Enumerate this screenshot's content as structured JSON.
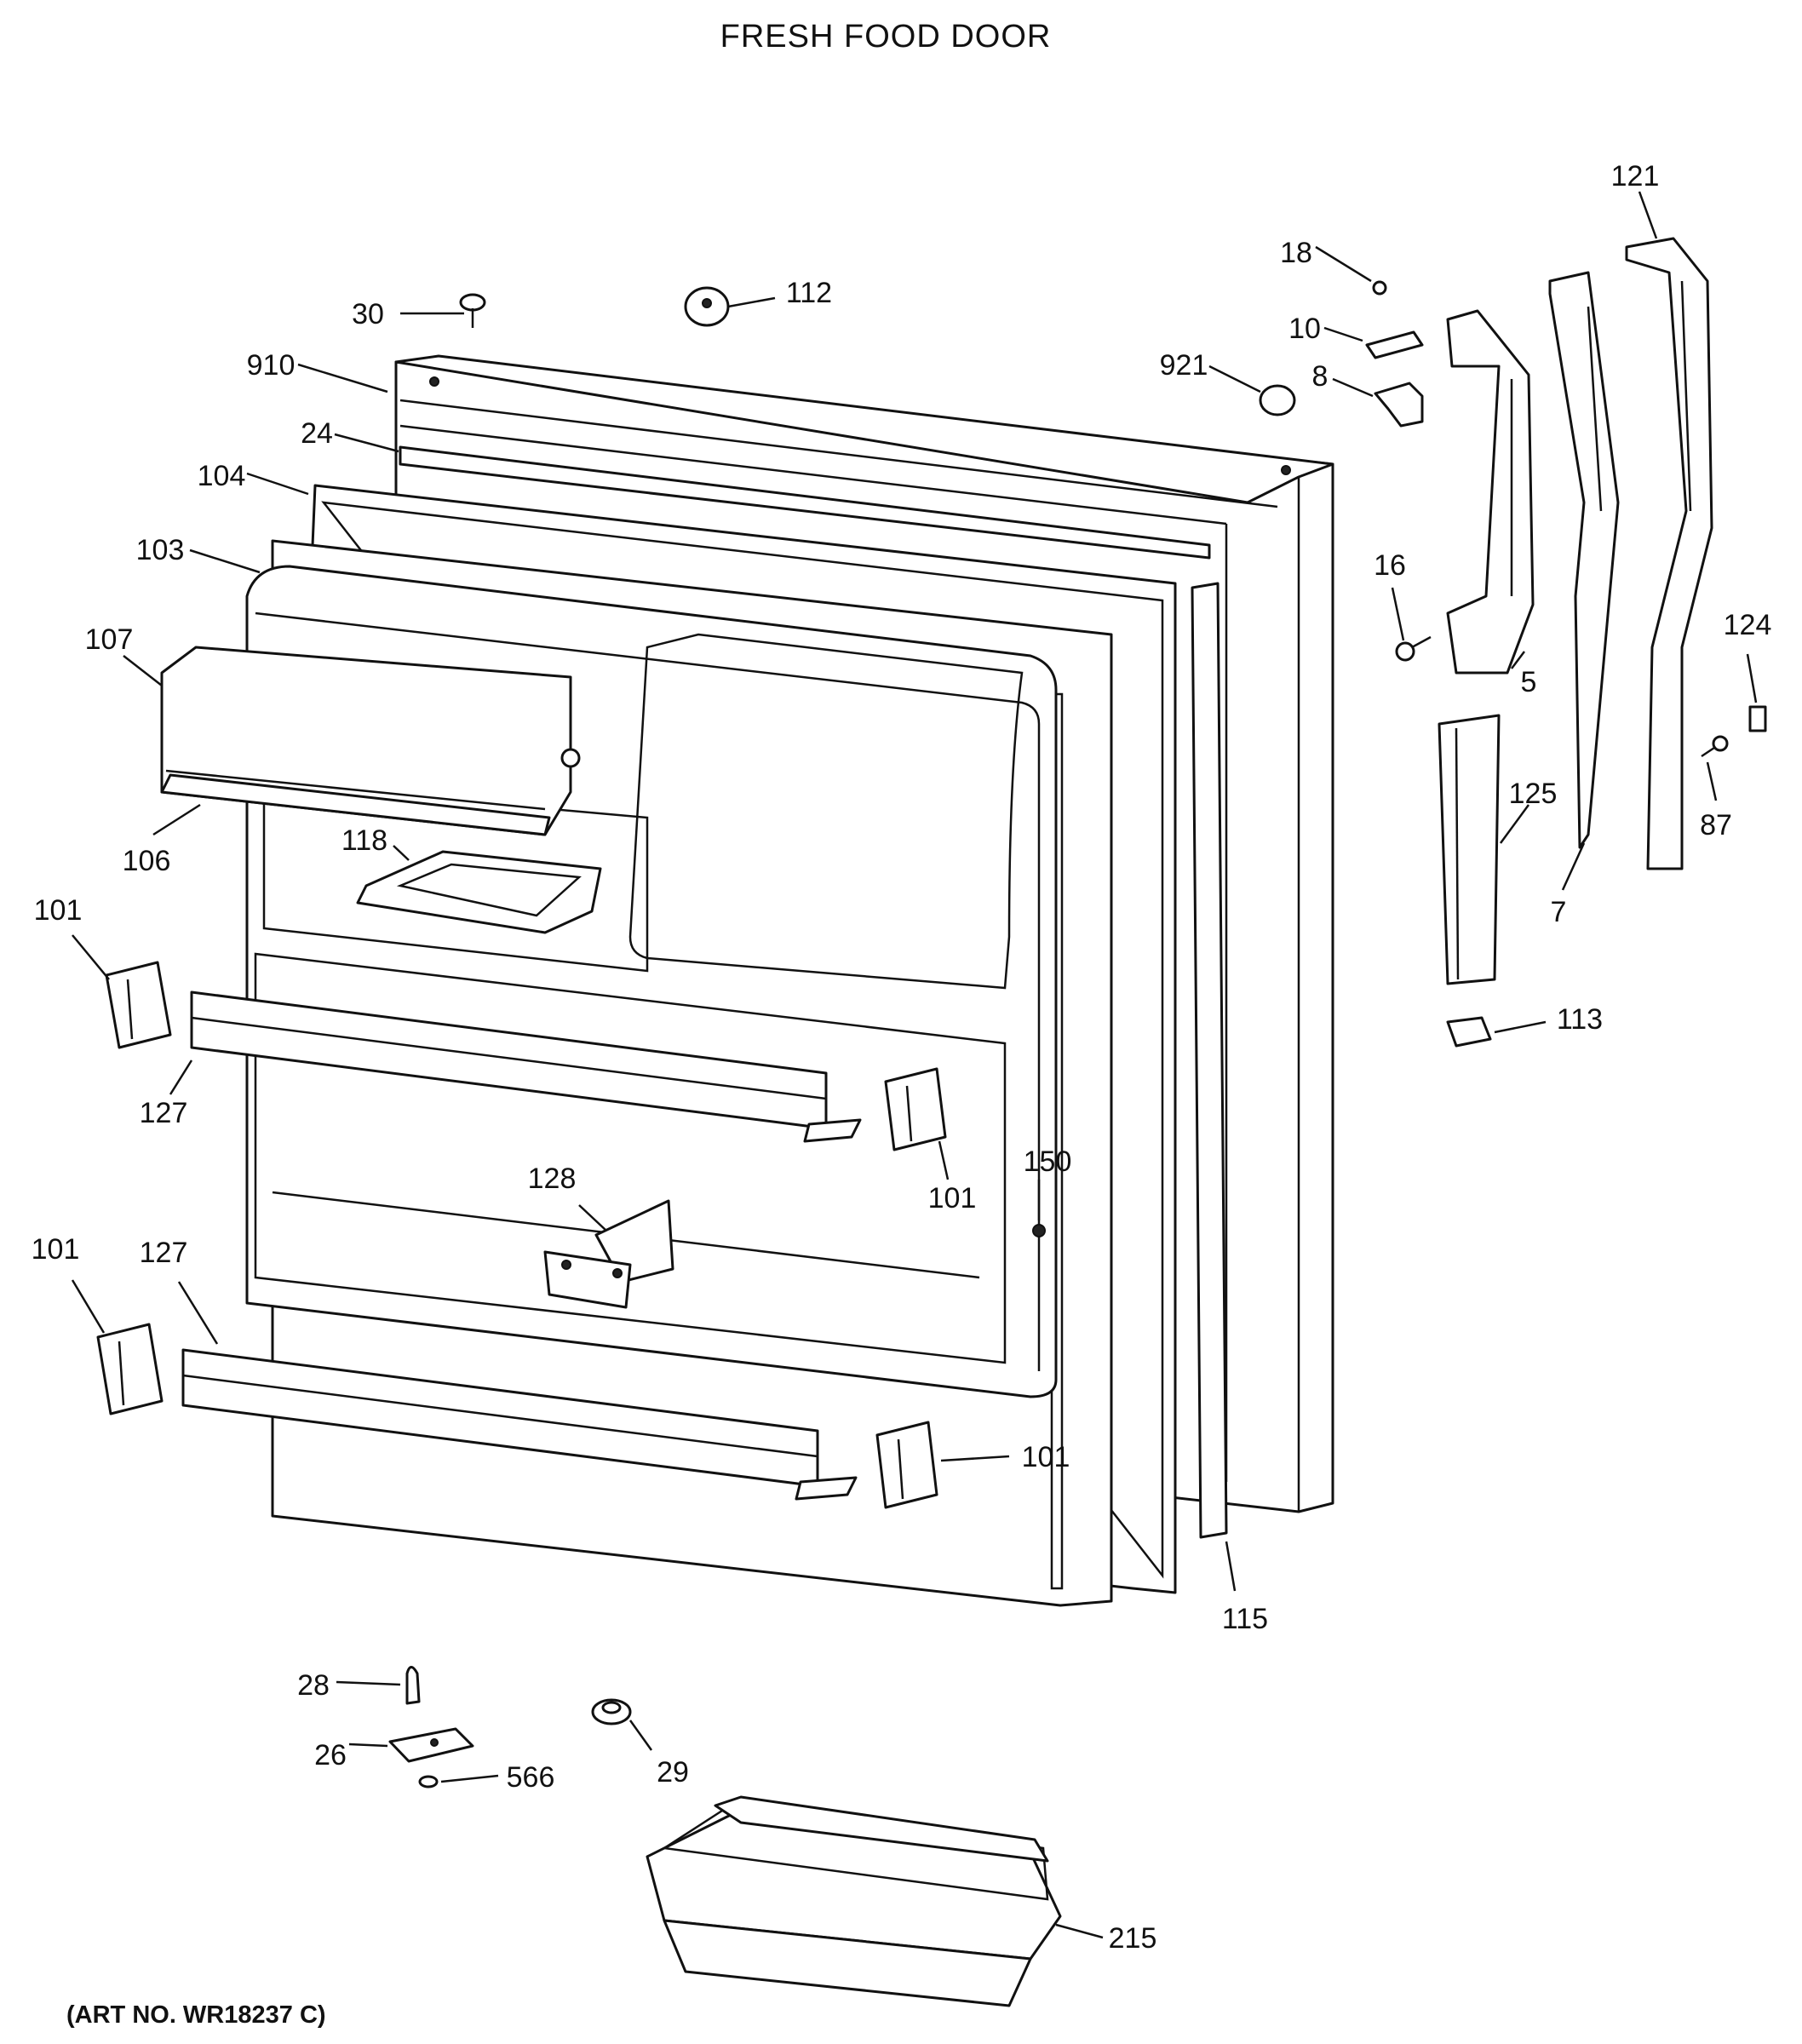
{
  "title": "FRESH FOOD DOOR",
  "art_number": "(ART NO. WR18237 C)",
  "callouts": [
    {
      "id": "c-30",
      "label": "30"
    },
    {
      "id": "c-112",
      "label": "112"
    },
    {
      "id": "c-910",
      "label": "910"
    },
    {
      "id": "c-24",
      "label": "24"
    },
    {
      "id": "c-104",
      "label": "104"
    },
    {
      "id": "c-103",
      "label": "103"
    },
    {
      "id": "c-107",
      "label": "107"
    },
    {
      "id": "c-106",
      "label": "106"
    },
    {
      "id": "c-118",
      "label": "118"
    },
    {
      "id": "c-101a",
      "label": "101"
    },
    {
      "id": "c-127a",
      "label": "127"
    },
    {
      "id": "c-101b",
      "label": "101"
    },
    {
      "id": "c-128",
      "label": "128"
    },
    {
      "id": "c-150",
      "label": "150"
    },
    {
      "id": "c-101c",
      "label": "101"
    },
    {
      "id": "c-127b",
      "label": "127"
    },
    {
      "id": "c-101d",
      "label": "101"
    },
    {
      "id": "c-115",
      "label": "115"
    },
    {
      "id": "c-18",
      "label": "18"
    },
    {
      "id": "c-10",
      "label": "10"
    },
    {
      "id": "c-921",
      "label": "921"
    },
    {
      "id": "c-8",
      "label": "8"
    },
    {
      "id": "c-121",
      "label": "121"
    },
    {
      "id": "c-16",
      "label": "16"
    },
    {
      "id": "c-5",
      "label": "5"
    },
    {
      "id": "c-124",
      "label": "124"
    },
    {
      "id": "c-125",
      "label": "125"
    },
    {
      "id": "c-87",
      "label": "87"
    },
    {
      "id": "c-7",
      "label": "7"
    },
    {
      "id": "c-113",
      "label": "113"
    },
    {
      "id": "c-28",
      "label": "28"
    },
    {
      "id": "c-26",
      "label": "26"
    },
    {
      "id": "c-566",
      "label": "566"
    },
    {
      "id": "c-29",
      "label": "29"
    },
    {
      "id": "c-215",
      "label": "215"
    }
  ]
}
